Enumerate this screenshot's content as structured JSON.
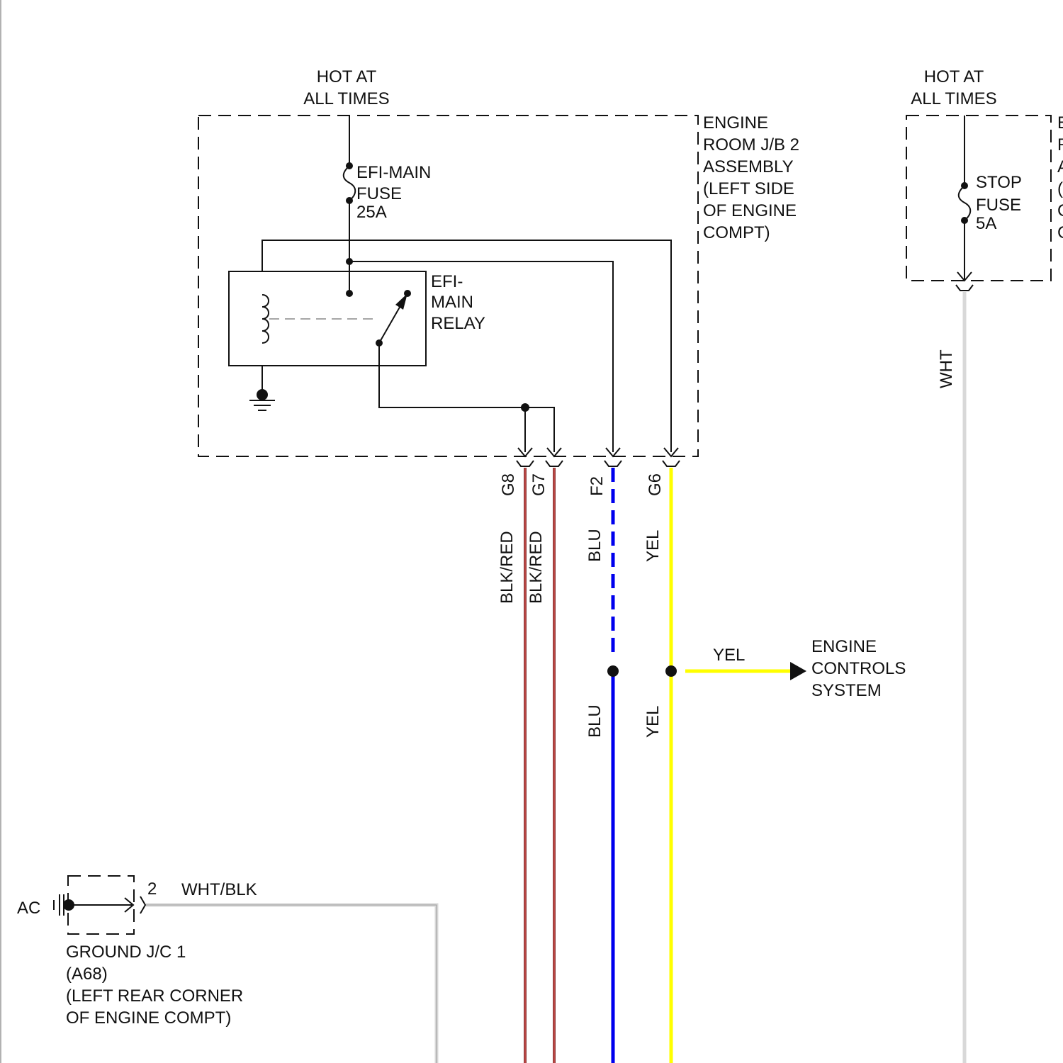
{
  "power": {
    "left_source": [
      "HOT AT",
      "ALL TIMES"
    ],
    "right_source": [
      "HOT AT",
      "ALL TIMES"
    ]
  },
  "junction_block": {
    "name_lines": [
      "ENGINE",
      "ROOM J/B 2",
      "ASSEMBLY",
      "(LEFT SIDE",
      "OF ENGINE",
      "COMPT)"
    ],
    "right_clip_lines": [
      "E",
      "R",
      "A",
      "(",
      "C",
      "C"
    ]
  },
  "fuses": {
    "efi_main": [
      "EFI-MAIN",
      "FUSE",
      "25A"
    ],
    "stop": [
      "STOP",
      "FUSE",
      "5A"
    ]
  },
  "relay": {
    "label": [
      "EFI-",
      "MAIN",
      "RELAY"
    ]
  },
  "connectors": {
    "pins": [
      "G8",
      "G7",
      "F2",
      "G6"
    ]
  },
  "wires": {
    "g8": "BLK/RED",
    "g7": "BLK/RED",
    "f2_top": "BLU",
    "f2_bottom": "BLU",
    "g6_top": "YEL",
    "g6_bottom": "YEL",
    "branch": "YEL",
    "stop_wire": "WHT",
    "ground_wire": "WHT/BLK"
  },
  "destination": [
    "ENGINE",
    "CONTROLS",
    "SYSTEM"
  ],
  "ground_jc": {
    "pin_label": "AC",
    "pin_number": "2",
    "name_lines": [
      "GROUND J/C 1",
      "(A68)",
      "(LEFT REAR CORNER",
      "OF ENGINE COMPT)"
    ]
  },
  "colors": {
    "blk_red": "#8B3A3A",
    "blu": "#0000ee",
    "yel": "#ffff00",
    "wht": "#d8d8d8",
    "line": "#111111"
  }
}
